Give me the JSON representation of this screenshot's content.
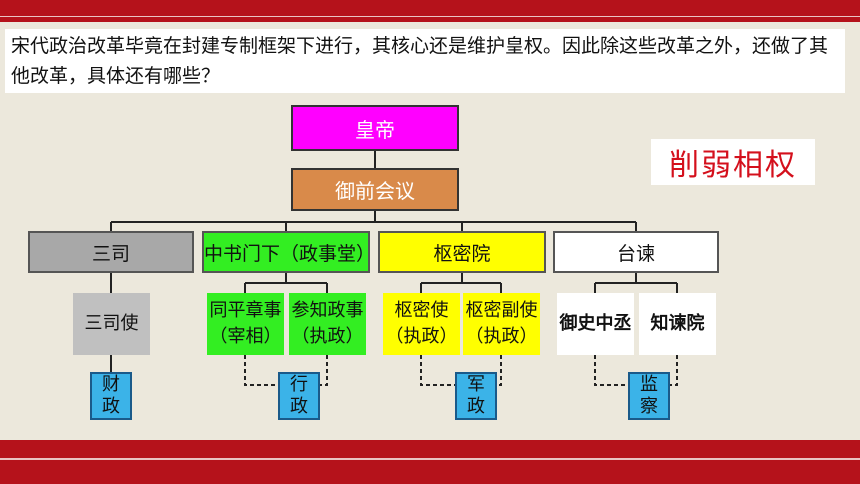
{
  "question": "宋代政治改革毕竟在封建专制框架下进行，其核心还是维护皇权。因此除这些改革之外，还做了其他改革，具体还有哪些？",
  "emperor": "皇帝",
  "council": "御前会议",
  "slogan": "削弱相权",
  "departments": [
    {
      "label": "三司",
      "color": "#a8a8a8"
    },
    {
      "label": "中书门下（政事堂）",
      "color": "#33ee22"
    },
    {
      "label": "枢密院",
      "color": "#ffff00"
    },
    {
      "label": "台谏",
      "color": "#ffffff"
    }
  ],
  "officials": [
    {
      "label": "三司使",
      "sub": ""
    },
    {
      "label": "同平章事",
      "sub": "（宰相）"
    },
    {
      "label": "参知政事",
      "sub": "（执政）"
    },
    {
      "label": "枢密使",
      "sub": "（执政）"
    },
    {
      "label": "枢密副使",
      "sub": "（执政）"
    },
    {
      "label": "御史中丞",
      "sub": ""
    },
    {
      "label": "知谏院",
      "sub": ""
    }
  ],
  "powers": [
    "财政",
    "行政",
    "军政",
    "监察"
  ]
}
